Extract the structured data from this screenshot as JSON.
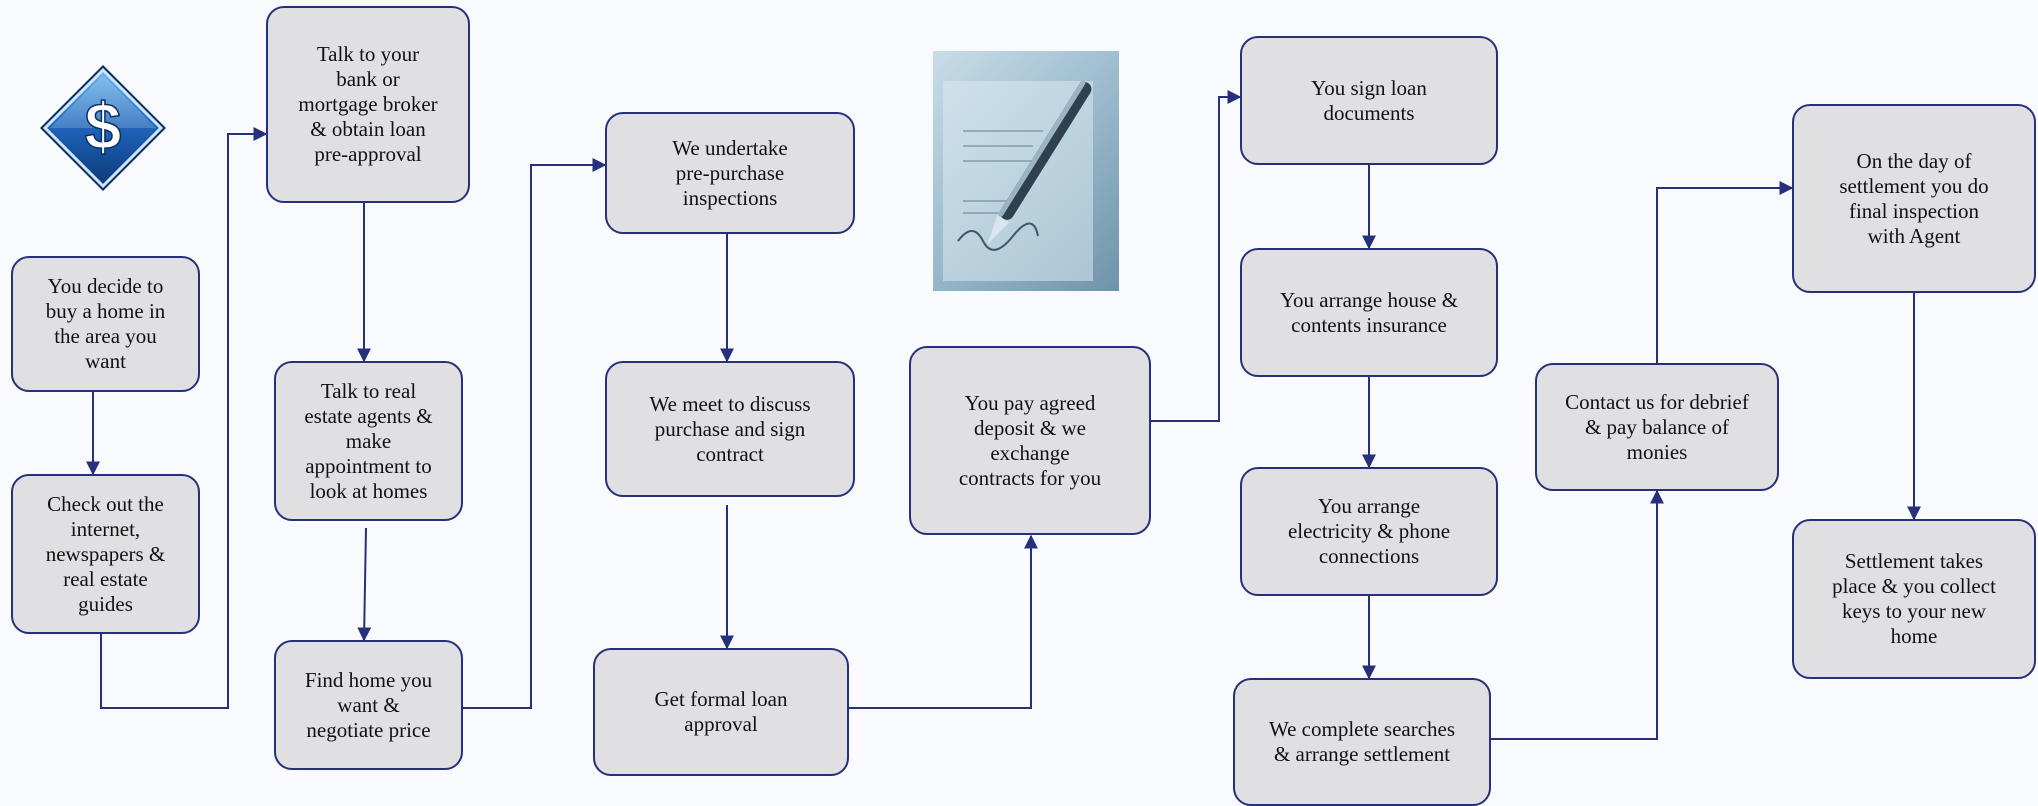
{
  "colors": {
    "box_fill": "#e0e0e3",
    "box_border": "#27307a",
    "connector": "#27307a",
    "background": "#f8fafd"
  },
  "images": {
    "logo": "dollar-diamond-icon",
    "photo": "pen-signing-document-photo"
  },
  "steps": [
    {
      "id": "s1",
      "text": "You decide to\nbuy a home in\nthe area you\nwant"
    },
    {
      "id": "s2",
      "text": "Check out the\ninternet,\nnewspapers &\nreal estate\nguides"
    },
    {
      "id": "s3",
      "text": "Talk to your\nbank or\nmortgage broker\n& obtain loan\npre-approval"
    },
    {
      "id": "s4",
      "text": "Talk to real\nestate agents &\nmake\nappointment to\nlook at homes"
    },
    {
      "id": "s5",
      "text": "Find home you\nwant &\nnegotiate price"
    },
    {
      "id": "s6",
      "text": "We undertake\npre-purchase\ninspections"
    },
    {
      "id": "s7",
      "text": "We meet to discuss\npurchase and sign\ncontract"
    },
    {
      "id": "s8",
      "text": "Get formal loan\napproval"
    },
    {
      "id": "s9",
      "text": "You pay agreed\ndeposit & we\nexchange\ncontracts for you"
    },
    {
      "id": "s10",
      "text": "You sign loan\ndocuments"
    },
    {
      "id": "s11",
      "text": "You arrange house &\ncontents insurance"
    },
    {
      "id": "s12",
      "text": "You arrange\nelectricity & phone\nconnections"
    },
    {
      "id": "s13",
      "text": "We complete searches\n& arrange settlement"
    },
    {
      "id": "s14",
      "text": "Contact us for debrief\n& pay balance of\nmonies"
    },
    {
      "id": "s15",
      "text": "On the day of\nsettlement you do\nfinal inspection\nwith Agent"
    },
    {
      "id": "s16",
      "text": "Settlement takes\nplace & you collect\nkeys to your new\nhome"
    }
  ],
  "connections": [
    {
      "from": "s1",
      "to": "s2"
    },
    {
      "from": "s2",
      "to": "s3"
    },
    {
      "from": "s3",
      "to": "s4"
    },
    {
      "from": "s4",
      "to": "s5"
    },
    {
      "from": "s5",
      "to": "s6"
    },
    {
      "from": "s6",
      "to": "s7"
    },
    {
      "from": "s7",
      "to": "s8"
    },
    {
      "from": "s8",
      "to": "s9"
    },
    {
      "from": "s9",
      "to": "s10"
    },
    {
      "from": "s10",
      "to": "s11"
    },
    {
      "from": "s11",
      "to": "s12"
    },
    {
      "from": "s12",
      "to": "s13"
    },
    {
      "from": "s13",
      "to": "s14"
    },
    {
      "from": "s14",
      "to": "s15"
    },
    {
      "from": "s15",
      "to": "s16"
    }
  ]
}
